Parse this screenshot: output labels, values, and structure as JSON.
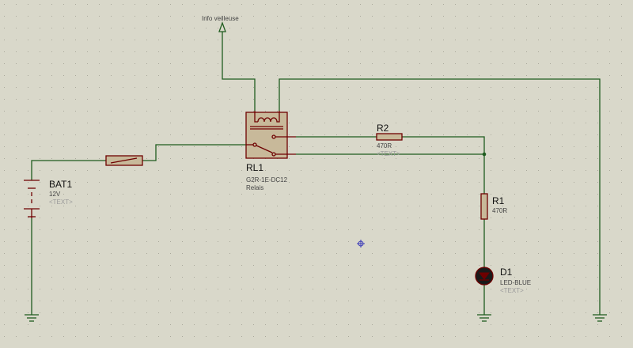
{
  "colors": {
    "background": "#d9d8ca",
    "grid_dot": "#a9a89b",
    "wire": "#1f5c1f",
    "component": "#6e0000",
    "component_body": "#c8b99a",
    "text": "#111111",
    "ghost_text": "#9a9a9a"
  },
  "terminal": {
    "label": "Info veilleuse"
  },
  "relay": {
    "ref": "RL1",
    "part": "G2R-1E-DC12",
    "desc": "Relais"
  },
  "battery": {
    "ref": "BAT1",
    "value": "12V",
    "text": "<TEXT>"
  },
  "r2": {
    "ref": "R2",
    "value": "470R",
    "text": "<TEXT>"
  },
  "r1": {
    "ref": "R1",
    "value": "470R"
  },
  "d1": {
    "ref": "D1",
    "value": "LED-BLUE",
    "text": "<TEXT>"
  },
  "icons": {
    "ground": "ground-icon",
    "fuse": "fuse-icon",
    "origin": "origin-marker-icon",
    "junction": "junction-dot-icon"
  }
}
